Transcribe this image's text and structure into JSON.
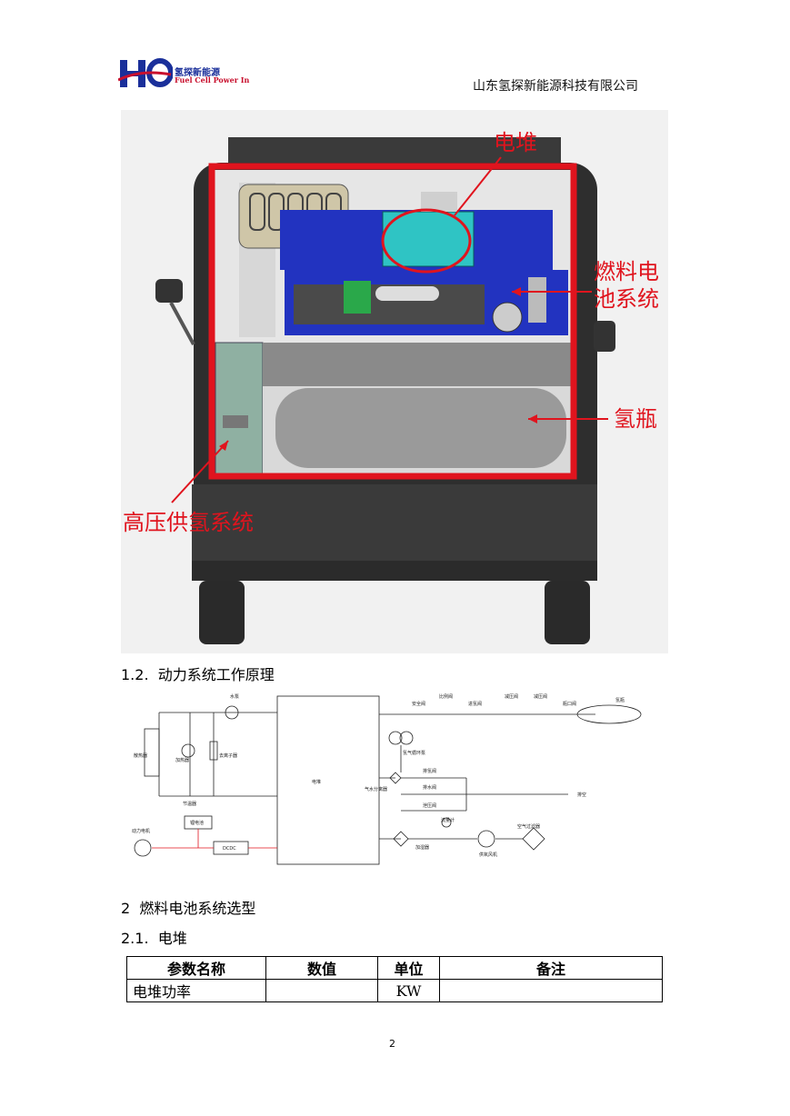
{
  "header": {
    "company": "山东氢探新能源科技有限公司",
    "logo_cn": "氢探新能源",
    "logo_en": "Fuel Cell Power In"
  },
  "figure": {
    "labels": {
      "stack": "电堆",
      "fc_system": "燃料电池系统",
      "fc_system_line1": "燃料电",
      "fc_system_line2": "池系统",
      "h2_tank": "氢瓶",
      "hp_supply": "高压供氢系统"
    }
  },
  "section_1_2": {
    "number": "1.2.",
    "title": "动力系统工作原理"
  },
  "diagram": {
    "labels": {
      "water_pump": "水泵",
      "radiator": "散热器",
      "heater": "加热器",
      "deionizer": "去离子器",
      "thermostat": "节温器",
      "stack": "电堆",
      "safety_valve": "安全阀",
      "proportional_valve": "比例阀",
      "inlet_valve": "进氢阀",
      "reducer1": "减压阀",
      "reducer2": "减压阀",
      "bottle_valve": "瓶口阀",
      "h2_bottle": "氢瓶",
      "h2_recirc": "氢气循环泵",
      "separator": "气水分离器",
      "purge_valve": "排氢阀",
      "drain_valve": "排水阀",
      "relief_valve": "泄压阀",
      "exhaust": "排空",
      "flowmeter": "流量计",
      "humidifier": "加湿器",
      "air_filter": "空气过滤器",
      "blower": "供氧风机",
      "li_battery": "锂电池",
      "motor": "动力电机",
      "dcdc": "DCDC"
    }
  },
  "section_2": {
    "number": "2",
    "title": "燃料电池系统选型"
  },
  "section_2_1": {
    "number": "2.1.",
    "title": "电堆"
  },
  "table": {
    "headers": [
      "参数名称",
      "数值",
      "单位",
      "备注"
    ],
    "rows": [
      [
        "电堆功率",
        "",
        "KW",
        ""
      ]
    ]
  },
  "page_number": "2",
  "colors": {
    "accent_red": "#e0141e",
    "logo_blue": "#1a2f9a",
    "machine_blue": "#2233c0"
  }
}
